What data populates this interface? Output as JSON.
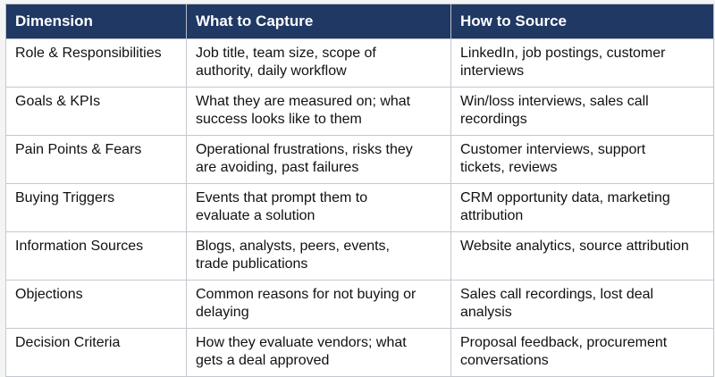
{
  "table": {
    "headers": [
      "Dimension",
      "What to Capture",
      "How to Source"
    ],
    "rows": [
      {
        "dimension": "Role & Responsibilities",
        "capture": [
          "Job title, team size, scope of",
          "authority, daily workflow"
        ],
        "source": [
          "LinkedIn, job postings, customer",
          "interviews"
        ]
      },
      {
        "dimension": "Goals & KPIs",
        "capture": [
          "What they are measured on; what",
          "success looks like to them"
        ],
        "source": [
          "Win/loss interviews, sales call",
          "recordings"
        ]
      },
      {
        "dimension": "Pain Points & Fears",
        "capture": [
          "Operational frustrations, risks they",
          "are avoiding, past failures"
        ],
        "source": [
          "Customer interviews, support",
          "tickets, reviews"
        ]
      },
      {
        "dimension": "Buying Triggers",
        "capture": [
          "Events that prompt them to",
          "evaluate a solution"
        ],
        "source": [
          "CRM opportunity data, marketing",
          "attribution"
        ]
      },
      {
        "dimension": "Information Sources",
        "capture": [
          "Blogs, analysts, peers, events,",
          "trade publications"
        ],
        "source": [
          "Website analytics, source attribution",
          ""
        ]
      },
      {
        "dimension": "Objections",
        "capture": [
          "Common reasons for not buying or",
          "delaying"
        ],
        "source": [
          "Sales call recordings, lost deal",
          "analysis"
        ]
      },
      {
        "dimension": "Decision Criteria",
        "capture": [
          "How they evaluate vendors; what",
          "gets a deal approved"
        ],
        "source": [
          "Proposal feedback, procurement",
          "conversations"
        ]
      }
    ]
  },
  "colors": {
    "header_bg": "#1f3864",
    "header_text": "#ffffff",
    "border": "#c4c8cf"
  }
}
